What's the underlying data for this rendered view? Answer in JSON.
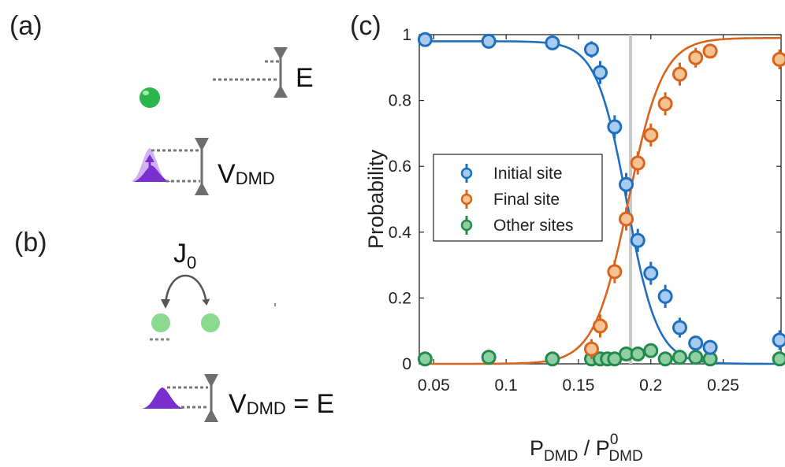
{
  "panels": {
    "a": {
      "label": "(a)",
      "energy_label": "E",
      "vdmd_main": "V",
      "vdmd_sub": "DMD",
      "colors": {
        "atom": "#2bb54a",
        "wavepacket": "#7a2fd0",
        "wavepacket_light": "#c9a6ee",
        "marker": "#6e6e6e"
      }
    },
    "b": {
      "label": "(b)",
      "j_main": "J",
      "j_sub": "0",
      "vdmd_main": "V",
      "vdmd_sub": "DMD",
      "vdmd_suffix": " = E",
      "colors": {
        "atom": "#8ad98f",
        "wavepacket": "#7a2fd0",
        "marker": "#6e6e6e",
        "arrow": "#555555"
      }
    },
    "c": {
      "label": "(c)"
    }
  },
  "chart_data": {
    "type": "scatter",
    "xlabel_main": "P",
    "xlabel_sub": "DMD",
    "xlabel_mid": " / P",
    "xlabel_sup": "0",
    "xlabel_sub2": "DMD",
    "ylabel": "Probability",
    "xlim": [
      0.04,
      0.29
    ],
    "ylim": [
      0,
      1
    ],
    "xticks": [
      0.05,
      0.1,
      0.15,
      0.2,
      0.25
    ],
    "xtick_labels": [
      "0.05",
      "0.1",
      "0.15",
      "0.2",
      "0.25"
    ],
    "yticks": [
      0,
      0.2,
      0.4,
      0.6,
      0.8,
      1
    ],
    "ytick_labels": [
      "0",
      "0.2",
      "0.4",
      "0.6",
      "0.8",
      "1"
    ],
    "vline_x": 0.186,
    "grid": false,
    "legend_position": "left-middle",
    "series": [
      {
        "name": "Initial site",
        "edge_color": "#1f6fbf",
        "fill_color": "#a9cbef",
        "points": [
          {
            "x": 0.044,
            "y": 0.985,
            "err": 0.01
          },
          {
            "x": 0.088,
            "y": 0.98,
            "err": 0.01
          },
          {
            "x": 0.132,
            "y": 0.975,
            "err": 0.015
          },
          {
            "x": 0.159,
            "y": 0.955,
            "err": 0.025
          },
          {
            "x": 0.165,
            "y": 0.885,
            "err": 0.035
          },
          {
            "x": 0.175,
            "y": 0.72,
            "err": 0.035
          },
          {
            "x": 0.183,
            "y": 0.545,
            "err": 0.035
          },
          {
            "x": 0.191,
            "y": 0.375,
            "err": 0.035
          },
          {
            "x": 0.2,
            "y": 0.275,
            "err": 0.035
          },
          {
            "x": 0.21,
            "y": 0.205,
            "err": 0.035
          },
          {
            "x": 0.22,
            "y": 0.11,
            "err": 0.03
          },
          {
            "x": 0.231,
            "y": 0.063,
            "err": 0.02
          },
          {
            "x": 0.241,
            "y": 0.05,
            "err": 0.02
          },
          {
            "x": 0.289,
            "y": 0.072,
            "err": 0.03
          }
        ],
        "curve": {
          "amp": 0.98,
          "center": 0.1835,
          "width": 0.0105,
          "decreasing": true
        }
      },
      {
        "name": "Final site",
        "edge_color": "#d8641e",
        "fill_color": "#f6c393",
        "points": [
          {
            "x": 0.159,
            "y": 0.045,
            "err": 0.03
          },
          {
            "x": 0.165,
            "y": 0.115,
            "err": 0.035
          },
          {
            "x": 0.175,
            "y": 0.28,
            "err": 0.035
          },
          {
            "x": 0.183,
            "y": 0.44,
            "err": 0.035
          },
          {
            "x": 0.191,
            "y": 0.61,
            "err": 0.035
          },
          {
            "x": 0.2,
            "y": 0.695,
            "err": 0.035
          },
          {
            "x": 0.21,
            "y": 0.79,
            "err": 0.035
          },
          {
            "x": 0.22,
            "y": 0.88,
            "err": 0.035
          },
          {
            "x": 0.231,
            "y": 0.93,
            "err": 0.03
          },
          {
            "x": 0.241,
            "y": 0.95,
            "err": 0.02
          },
          {
            "x": 0.289,
            "y": 0.925,
            "err": 0.03
          }
        ],
        "curve": {
          "amp": 0.99,
          "center": 0.1845,
          "width": 0.0118,
          "decreasing": false
        }
      },
      {
        "name": "Other sites",
        "edge_color": "#238a4e",
        "fill_color": "#8fd0a3",
        "points": [
          {
            "x": 0.044,
            "y": 0.015,
            "err": 0.008
          },
          {
            "x": 0.088,
            "y": 0.02,
            "err": 0.012
          },
          {
            "x": 0.132,
            "y": 0.015,
            "err": 0.008
          },
          {
            "x": 0.159,
            "y": 0.015,
            "err": 0.008
          },
          {
            "x": 0.165,
            "y": 0.015,
            "err": 0.008
          },
          {
            "x": 0.17,
            "y": 0.015,
            "err": 0.008
          },
          {
            "x": 0.175,
            "y": 0.015,
            "err": 0.008
          },
          {
            "x": 0.183,
            "y": 0.03,
            "err": 0.012
          },
          {
            "x": 0.191,
            "y": 0.03,
            "err": 0.012
          },
          {
            "x": 0.2,
            "y": 0.04,
            "err": 0.015
          },
          {
            "x": 0.21,
            "y": 0.015,
            "err": 0.008
          },
          {
            "x": 0.22,
            "y": 0.02,
            "err": 0.01
          },
          {
            "x": 0.231,
            "y": 0.02,
            "err": 0.01
          },
          {
            "x": 0.241,
            "y": 0.015,
            "err": 0.008
          },
          {
            "x": 0.289,
            "y": 0.015,
            "err": 0.008
          }
        ]
      }
    ]
  }
}
